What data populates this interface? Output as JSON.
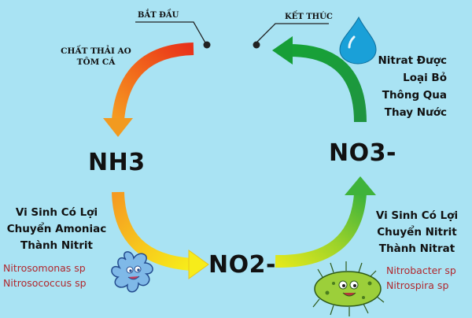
{
  "labels": {
    "start": "BẮT ĐẦU",
    "end": "KẾT THÚC",
    "waste_line1": "CHẤT THẢI AO",
    "waste_line2": "TÔM CÁ"
  },
  "compounds": {
    "nh3": "NH3",
    "no2": "NO2-",
    "no3": "NO3-"
  },
  "removal": {
    "lines": [
      "Nitrat Được",
      "Loại Bỏ",
      "Thông Qua",
      "Thay Nước"
    ]
  },
  "step1": {
    "lines": [
      "Vi Sinh Có Lợi",
      "Chuyển Amoniac",
      "Thành Nitrit"
    ],
    "species": [
      "Nitrosomonas sp",
      "Nitrosococcus sp"
    ]
  },
  "step2": {
    "lines": [
      "Vi Sinh Có Lợi",
      "Chuyển Nitrit",
      "Thành Nitrat"
    ],
    "species": [
      "Nitrobacter sp",
      "Nitrospira sp"
    ]
  },
  "colors": {
    "background": "#a9e3f3",
    "arrow_red": "#e8311a",
    "arrow_orange": "#f39a1c",
    "arrow_yellow": "#f7e11a",
    "arrow_green": "#1f9e35",
    "species_red": "#b0282e"
  },
  "icons": [
    "water-drop-icon",
    "blue-microbe-icon",
    "green-bacterium-icon"
  ]
}
